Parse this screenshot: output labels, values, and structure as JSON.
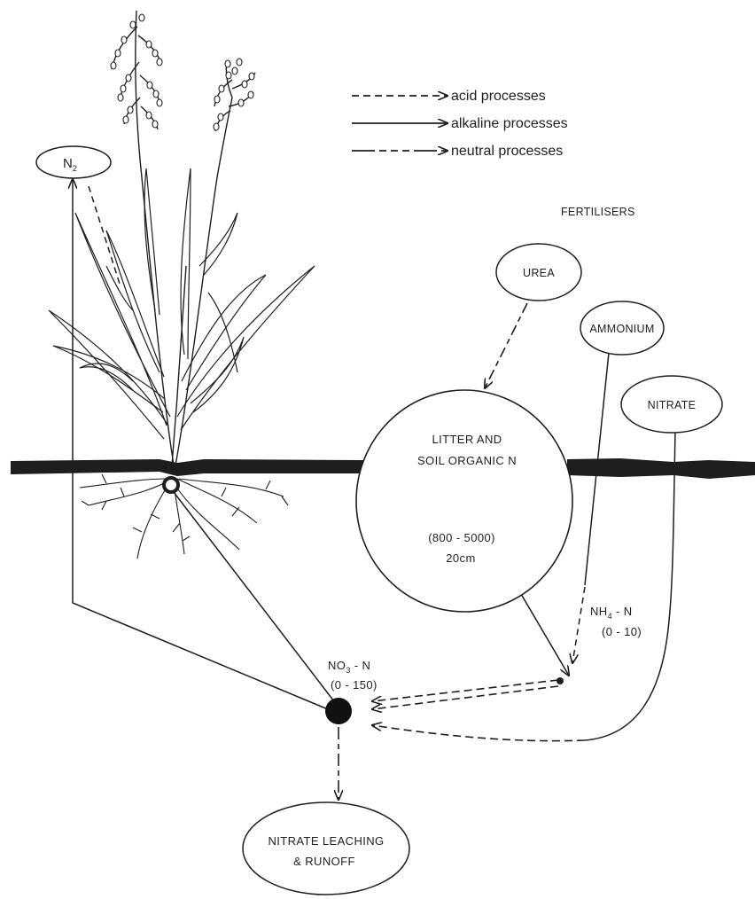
{
  "legend": {
    "acid": "acid processes",
    "alkaline": "alkaline processes",
    "neutral": "neutral processes"
  },
  "nodes": {
    "n2": {
      "main": "N",
      "sub": "2"
    },
    "fertilisers": "FERTILISERS",
    "urea": "UREA",
    "ammonium": "AMMONIUM",
    "nitrate": "NITRATE",
    "litter_line1": "LITTER AND",
    "litter_line2": "SOIL ORGANIC N",
    "litter_range": "(800 - 5000)",
    "litter_depth": "20cm",
    "nh4_main": "NH",
    "nh4_sub": "4",
    "nh4_rest": " - N",
    "nh4_range": "(0 - 10)",
    "no3_main": "NO",
    "no3_sub": "3",
    "no3_rest": " - N",
    "no3_range": "(0 - 150)",
    "leach_line1": "NITRATE LEACHING",
    "leach_line2": "& RUNOFF"
  },
  "colors": {
    "ink": "#1e1e1e",
    "background": "#ffffff"
  }
}
